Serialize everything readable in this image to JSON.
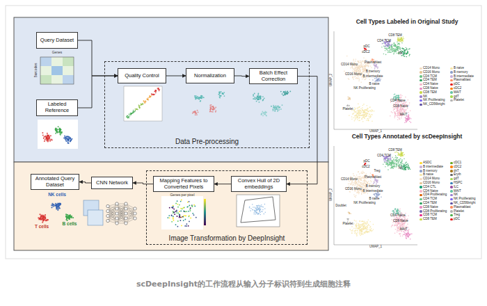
{
  "diagram": {
    "caption": "scDeepInsight的工作流程从输入分子标识符到生成细胞注释",
    "nodes": [
      {
        "text": [
          "Query Dataset"
        ]
      },
      {
        "text": [
          "Labeled Reference"
        ]
      },
      {
        "text": [
          "Data Pre-processing"
        ]
      },
      {
        "text": [
          "Quality Control"
        ],
        "in": 2
      },
      {
        "text": [
          "Normalization"
        ],
        "in": 2
      },
      {
        "text": [
          "Batch Effect Correction"
        ],
        "in": 2
      },
      {
        "text": [
          "Image Transformation by DeepInsight"
        ]
      },
      {
        "text": [
          "Convex Hull of 2D embeddings"
        ],
        "in": 6
      },
      {
        "text": [
          "Mapping Features to Converted Pixels"
        ],
        "in": 6
      },
      {
        "text": [
          "CNN Network"
        ]
      },
      {
        "text": [
          "Annotated Query Dataset"
        ]
      }
    ],
    "edges": [
      {
        "from": 0,
        "to": 3,
        "arrow": "to"
      },
      {
        "from": 1,
        "to": 3,
        "arrow": "to"
      },
      {
        "from": 3,
        "to": 4,
        "arrow": "to"
      },
      {
        "from": 4,
        "to": 5,
        "arrow": "to"
      },
      {
        "from": 5,
        "to": 7,
        "arrow": "to"
      },
      {
        "from": 7,
        "to": 8,
        "arrow": "to"
      },
      {
        "from": 8,
        "to": 9,
        "arrow": "to"
      },
      {
        "from": 9,
        "to": 10,
        "arrow": "to"
      }
    ],
    "labels": [
      "Genes",
      "Barcodes",
      "Genes per pixel",
      "NK cells",
      "T cells",
      "B cells",
      "Cell Types Labeled in Original Study",
      "UMAP_1",
      "UMAP_2",
      "Cell Types Annotated by scDeepInsight",
      "UMAP_1",
      "UMAP_2",
      "CD14 Mono",
      "CD16 Mono",
      "pDC",
      "cDC2",
      "Plasmablast",
      "B memory",
      "B intermediate",
      "B naive",
      "NK",
      "NK Proliferating",
      "CD8 TEM",
      "CD4 TCM",
      "CD4 Naive",
      "CD8 Naive",
      "MAIT",
      "Platelet",
      "CD14 Mono",
      "CD16 Mono",
      "pDC",
      "cDC2",
      "Plasmablast",
      "B memory",
      "B intermediate",
      "B naive",
      "NK",
      "NK Proliferating",
      "CD8 TEM",
      "CD4 TCM",
      "CD4 Naive",
      "CD8 Naive",
      "MAIT",
      "Platelet",
      "Treg",
      "Doublet"
    ],
    "legend": [
      {
        "text": "CD14 Mono",
        "color": "#f3dcc0"
      },
      {
        "text": "CD16 Mono",
        "color": "#e5c494"
      },
      {
        "text": "CD4 TCM",
        "color": "#6cc287"
      },
      {
        "text": "CD4 TEM",
        "color": "#2ca25f"
      },
      {
        "text": "CD4 Naive",
        "color": "#f4b6c9"
      },
      {
        "text": "CD8 Naive",
        "color": "#e78ac3"
      },
      {
        "text": "CD8 TEM",
        "color": "#c9d94a"
      },
      {
        "text": "NK",
        "color": "#9a7fd1"
      },
      {
        "text": "NK Proliferating",
        "color": "#7b68ee"
      },
      {
        "text": "NK_CD56bright",
        "color": "#5e4fa2"
      },
      {
        "text": "B naive",
        "color": "#f6e6a8"
      },
      {
        "text": "B memory",
        "color": "#8da0cb"
      },
      {
        "text": "B intermediate",
        "color": "#c7b0d9"
      },
      {
        "text": "Plasmablast",
        "color": "#fc8d62"
      },
      {
        "text": "pDC",
        "color": "#e41a1c"
      },
      {
        "text": "cDC2",
        "color": "#ff7f00"
      },
      {
        "text": "MAIT",
        "color": "#66c2a5"
      },
      {
        "text": "gdT",
        "color": "#a6d854"
      },
      {
        "text": "Platelet",
        "color": "#b3b3b3"
      },
      {
        "text": "ASDC",
        "color": "#ffd92f"
      },
      {
        "text": "B intermediate",
        "color": "#c7b0d9"
      },
      {
        "text": "B memory",
        "color": "#8da0cb"
      },
      {
        "text": "B naive",
        "color": "#f6e6a8"
      },
      {
        "text": "CD14 Mono",
        "color": "#f3dcc0"
      },
      {
        "text": "CD16 Mono",
        "color": "#e5c494"
      },
      {
        "text": "CD4 CTL",
        "color": "#1b9e77"
      },
      {
        "text": "CD4 Naive",
        "color": "#f4b6c9"
      },
      {
        "text": "CD4 Proliferating",
        "color": "#d95f02"
      },
      {
        "text": "CD4 TCM",
        "color": "#6cc287"
      },
      {
        "text": "CD4 TEM",
        "color": "#2ca25f"
      },
      {
        "text": "CD8 Naive",
        "color": "#e78ac3"
      },
      {
        "text": "CD8 Proliferating",
        "color": "#7570b3"
      },
      {
        "text": "CD8 TCM",
        "color": "#e7298a"
      },
      {
        "text": "CD8 TEM",
        "color": "#c9d94a"
      },
      {
        "text": "cDC1",
        "color": "#66a61e"
      },
      {
        "text": "cDC2",
        "color": "#ff7f00"
      },
      {
        "text": "dnT",
        "color": "#a6761d"
      },
      {
        "text": "Eryth",
        "color": "#666666"
      },
      {
        "text": "gdT",
        "color": "#a6d854"
      },
      {
        "text": "HSPC",
        "color": "#377eb8"
      },
      {
        "text": "ILC",
        "color": "#984ea3"
      },
      {
        "text": "MAIT",
        "color": "#66c2a5"
      },
      {
        "text": "NK",
        "color": "#9a7fd1"
      },
      {
        "text": "NK Proliferating",
        "color": "#7b68ee"
      },
      {
        "text": "NK_CD56bright",
        "color": "#5e4fa2"
      },
      {
        "text": "Plasmablast",
        "color": "#fc8d62"
      },
      {
        "text": "Platelet",
        "color": "#b3b3b3"
      },
      {
        "text": "Treg",
        "color": "#4daf4a"
      },
      {
        "text": "pDC",
        "color": "#e41a1c"
      }
    ]
  }
}
